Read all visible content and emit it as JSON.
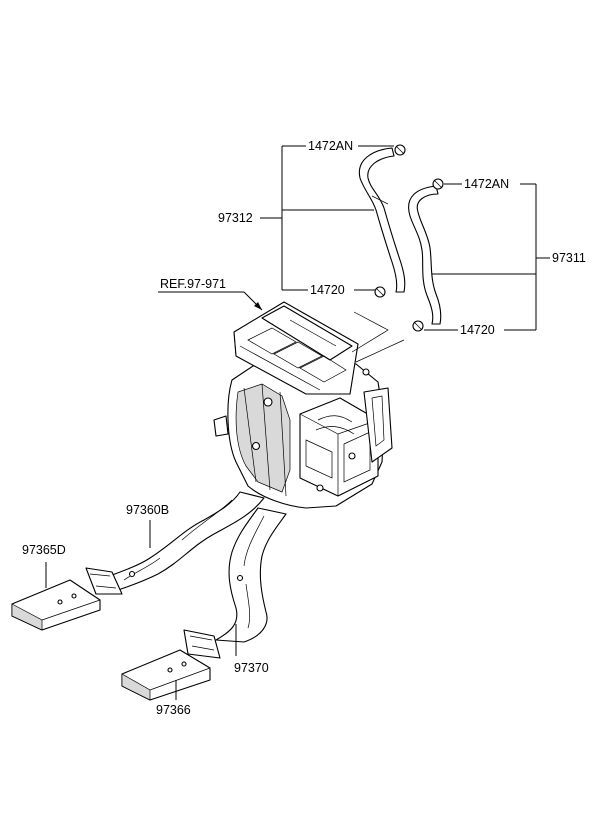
{
  "labels": {
    "hose_clamp_upper_left": "1472AN",
    "hose_clamp_upper_right": "1472AN",
    "hose_upper": "97312",
    "hose_lower": "97311",
    "clamp_left": "14720",
    "clamp_right": "14720",
    "reference": "REF.97-971",
    "rear_duct_left": "97360B",
    "rear_duct_right": "97370",
    "floor_vent_left": "97365D",
    "floor_vent_right": "97366"
  }
}
